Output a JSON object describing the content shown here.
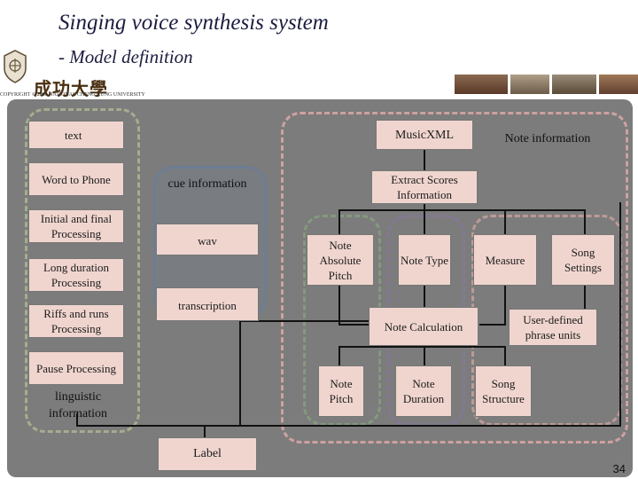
{
  "header": {
    "title": "Singing voice synthesis system",
    "subtitle": "- Model definition",
    "logo_text": "成功大學",
    "copyright": "COPYRIGHT © 2009 NATIONAL CHENG KUNG UNIVERSITY"
  },
  "left_column": {
    "text": "text",
    "word_to_phone": "Word to Phone",
    "initial_final": "Initial and final Processing",
    "long_duration": "Long duration Processing",
    "riffs_runs": "Riffs and runs Processing",
    "pause": "Pause Processing",
    "group_label": "linguistic information"
  },
  "middle_column": {
    "group_label": "cue information",
    "wav": "wav",
    "transcription": "transcription"
  },
  "right_column": {
    "musicxml": "MusicXML",
    "group_label": "Note information",
    "extract": "Extract Scores Information",
    "note_absolute_pitch": "Note Absolute Pitch",
    "note_type": "Note Type",
    "measure": "Measure",
    "song_settings": "Song Settings",
    "note_calculation": "Note Calculation",
    "user_defined": "User-defined phrase units",
    "note_pitch": "Note Pitch",
    "note_duration": "Note Duration",
    "song_structure": "Song Structure"
  },
  "bottom": {
    "label": "Label",
    "page_number": "34"
  },
  "colors": {
    "panel": "#7c7c7c",
    "box_fill": "#f0d5cf",
    "linguistic_group": "#a4ad8e",
    "cue_group": "#6d7d92",
    "note_group": "#cfa1a1",
    "pitch_group": "#839a7c",
    "duration_group": "#857797",
    "structure_group": "#bc9a96"
  }
}
